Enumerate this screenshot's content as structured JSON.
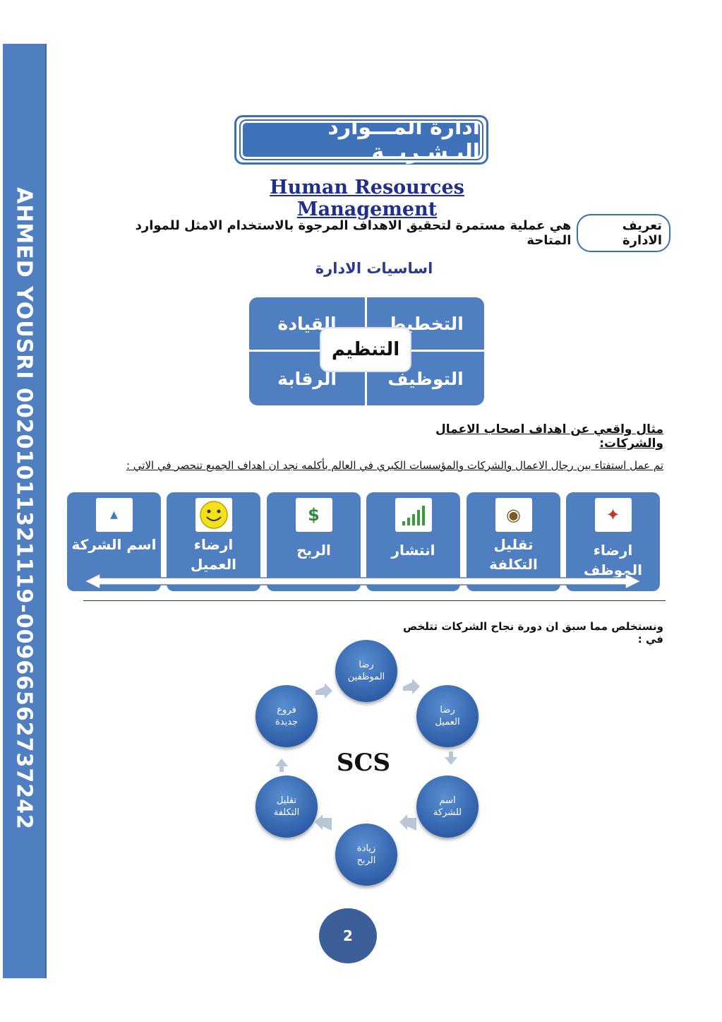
{
  "side_band": {
    "text": "AHMED YOUSRI 00201011321119-00966562737242",
    "color": "#4f7fc0"
  },
  "title": {
    "arabic": "ادارة المـــوارد البـشـريــة",
    "english": "Human Resources Management"
  },
  "definition": {
    "label": "تعريف الادارة",
    "text": "هي عملية مستمرة لتحقيق الاهداف المرجوة بالاستخدام الامثل للموارد المتاحة"
  },
  "basics": {
    "title": "اساسيات الادارة",
    "top_right": "التخطيط",
    "top_left": "القيادة",
    "bottom_right": "التوظيف",
    "bottom_left": "الرقابة",
    "center": "التنظيم"
  },
  "example_title": "مثال واقعي عن اهداف اصحاب الاعمال والشركات:",
  "survey_text": "تم عمل استفتاء بين رجال الاعمال والشركات والمؤسسات الكبري في العالم بأكلمه نجد ان اهداف الجميع تنحصر في الاتي :",
  "goals": [
    {
      "label": "ارضاء الموظف",
      "icon": "person-icon"
    },
    {
      "label": "تقليل التكلفة",
      "icon": "money-bag-icon"
    },
    {
      "label": "انتشار",
      "icon": "growth-chart-icon"
    },
    {
      "label": "الربح",
      "icon": "money-icon"
    },
    {
      "label": "ارضاء العميل",
      "icon": "smiley-icon"
    },
    {
      "label": "اسم الشركة",
      "icon": "success-icon"
    }
  ],
  "summary": "ونستخلص مما سبق ان دورة نجاح الشركات تتلخص في :",
  "cycle": {
    "center": "SCS",
    "nodes": [
      {
        "line1": "رضا",
        "line2": "الموظفين"
      },
      {
        "line1": "رضا",
        "line2": "العميل"
      },
      {
        "line1": "اسم",
        "line2": "للشركة"
      },
      {
        "line1": "زيادة",
        "line2": "الربح"
      },
      {
        "line1": "تقليل",
        "line2": "التكلفة"
      },
      {
        "line1": "فروع",
        "line2": "جديدة"
      }
    ]
  },
  "page_number": "2"
}
